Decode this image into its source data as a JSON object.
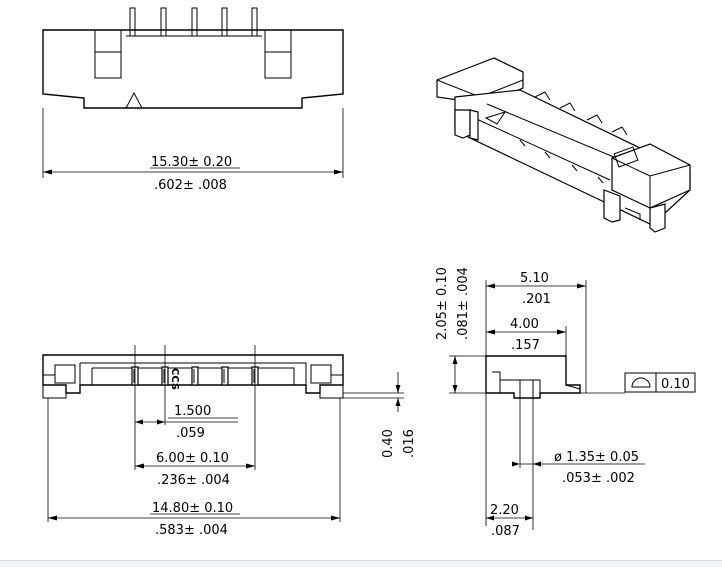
{
  "views": {
    "top": {
      "overall_width_mm": "15.30± 0.20",
      "overall_width_in": ".602± .008"
    },
    "front": {
      "marking": "CCS",
      "pitch_mm": "1.500",
      "pitch_in": ".059",
      "pin_span_mm": "6.00± 0.10",
      "pin_span_in": ".236± .004",
      "overall_mm": "14.80± 0.10",
      "overall_in": ".583± .004",
      "pin_offset_mm": "0.40",
      "pin_offset_in": ".016"
    },
    "side": {
      "height_mm": "2.05± 0.10",
      "height_in": ".081± .004",
      "depth_mm": "5.10",
      "depth_in": ".201",
      "body_depth_mm": "4.00",
      "body_depth_in": ".157",
      "post_dia_mm": "ø 1.35± 0.05",
      "post_dia_in": ".053± .002",
      "post_pos_mm": "2.20",
      "post_pos_in": ".087",
      "flatness_value": "0.10"
    }
  }
}
